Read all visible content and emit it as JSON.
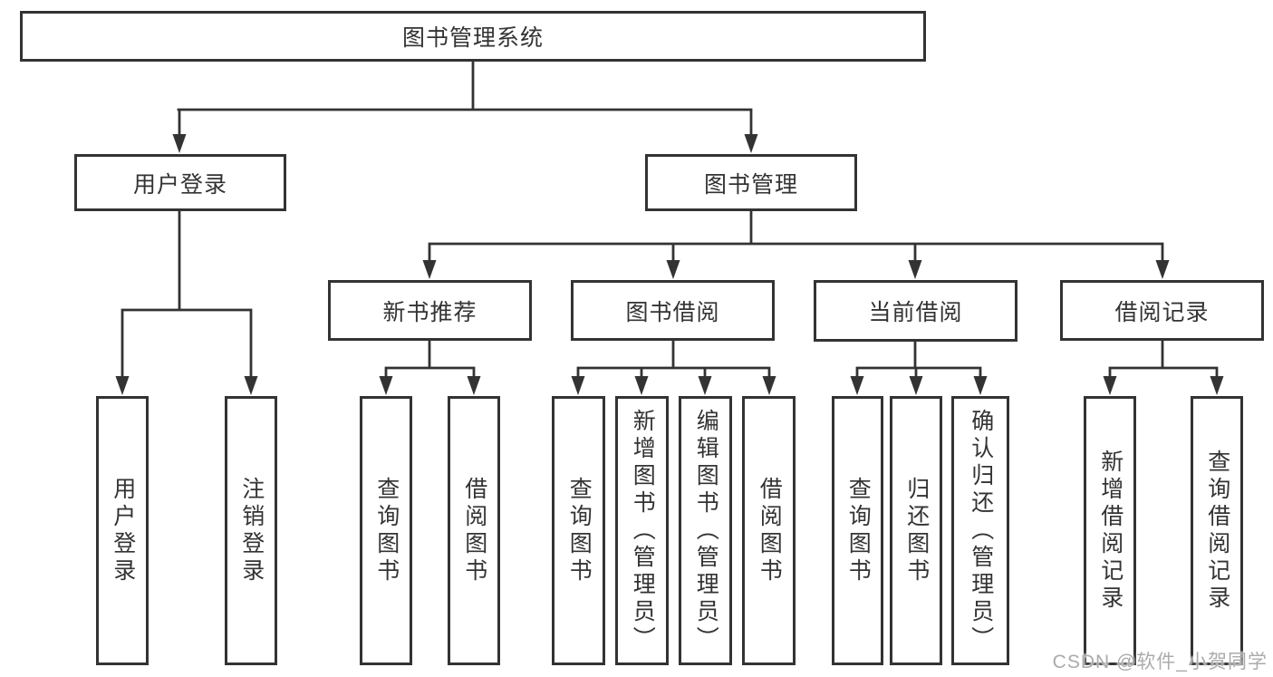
{
  "diagram_type": "tree",
  "root": {
    "label": "图书管理系统"
  },
  "branches": [
    {
      "label": "用户登录",
      "children": [
        {
          "label": "用户登录"
        },
        {
          "label": "注销登录"
        }
      ]
    },
    {
      "label": "图书管理",
      "children": [
        {
          "label": "新书推荐",
          "children": [
            {
              "label": "查询图书"
            },
            {
              "label": "借阅图书"
            }
          ]
        },
        {
          "label": "图书借阅",
          "children": [
            {
              "label": "查询图书"
            },
            {
              "label": "新增图书（管理员）"
            },
            {
              "label": "编辑图书（管理员）"
            },
            {
              "label": "借阅图书"
            }
          ]
        },
        {
          "label": "当前借阅",
          "children": [
            {
              "label": "查询图书"
            },
            {
              "label": "归还图书"
            },
            {
              "label": "确认归还（管理员）"
            }
          ]
        },
        {
          "label": "借阅记录",
          "children": [
            {
              "label": "新增借阅记录"
            },
            {
              "label": "查询借阅记录"
            }
          ]
        }
      ]
    }
  ],
  "watermark": {
    "text": "CSDN @软件_小贺同学"
  },
  "colors": {
    "line": "#333333",
    "box_border": "#333333",
    "box_fill": "#ffffff",
    "text": "#333333",
    "watermark_text": "#ababab",
    "background": "#ffffff"
  }
}
